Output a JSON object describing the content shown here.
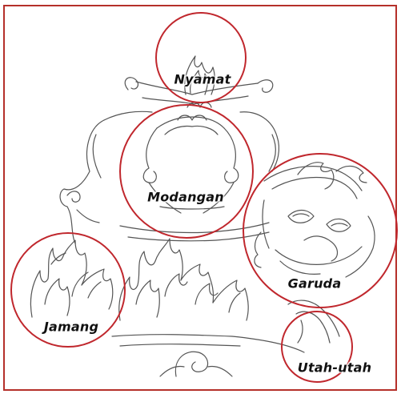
{
  "diagram": {
    "frame_color": "#b5302a",
    "circle_color": "#c0272d",
    "line_color": "#555555",
    "labels": {
      "nyamat": "Nyamat",
      "modangan": "Modangan",
      "garuda": "Garuda",
      "jamang": "Jamang",
      "utah_utah": "Utah-utah"
    }
  }
}
